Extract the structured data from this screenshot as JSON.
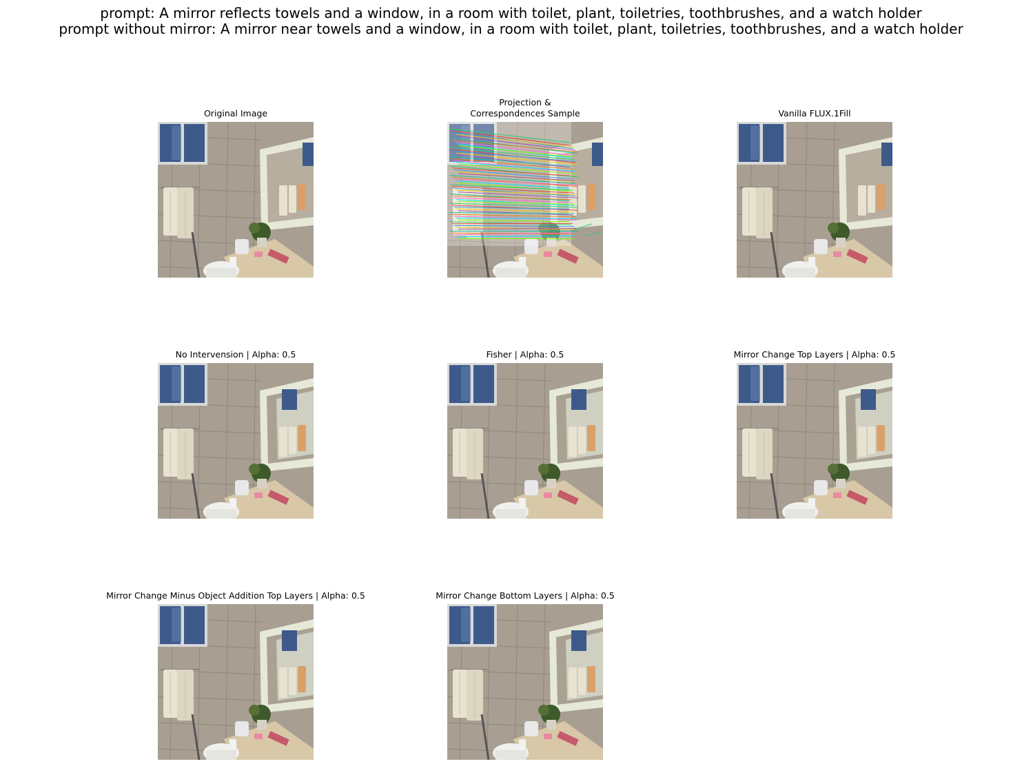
{
  "figure": {
    "prompt_line": "prompt: A mirror reflects towels and a window, in a room with toilet, plant, toiletries, toothbrushes, and a watch holder",
    "prompt_without_mirror_line": "prompt without mirror: A mirror near towels and a window, in a room with toilet, plant, toiletries, toothbrushes, and a watch holder"
  },
  "panels": [
    {
      "title": "Original Image",
      "variant": "original"
    },
    {
      "title": "Projection &\nCorrespondences Sample",
      "variant": "correspondences"
    },
    {
      "title": "Vanilla FLUX.1Fill",
      "variant": "vanilla"
    },
    {
      "title": "No Intervension | Alpha: 0.5",
      "variant": "edit"
    },
    {
      "title": "Fisher | Alpha: 0.5",
      "variant": "edit"
    },
    {
      "title": "Mirror Change Top Layers | Alpha: 0.5",
      "variant": "edit"
    },
    {
      "title": "Mirror Change Minus Object Addition Top Layers | Alpha: 0.5",
      "variant": "edit"
    },
    {
      "title": "Mirror Change Bottom Layers | Alpha: 0.5",
      "variant": "edit"
    }
  ],
  "colors": {
    "wall_tile": "#a89f92",
    "window_blue": "#3d5a8a",
    "mirror_frame": "#e6e8d8",
    "towel": "#e8e2d0",
    "orange_towel": "#d9a06a",
    "counter": "#d8c8a8",
    "toilet": "#f0f0ee"
  }
}
